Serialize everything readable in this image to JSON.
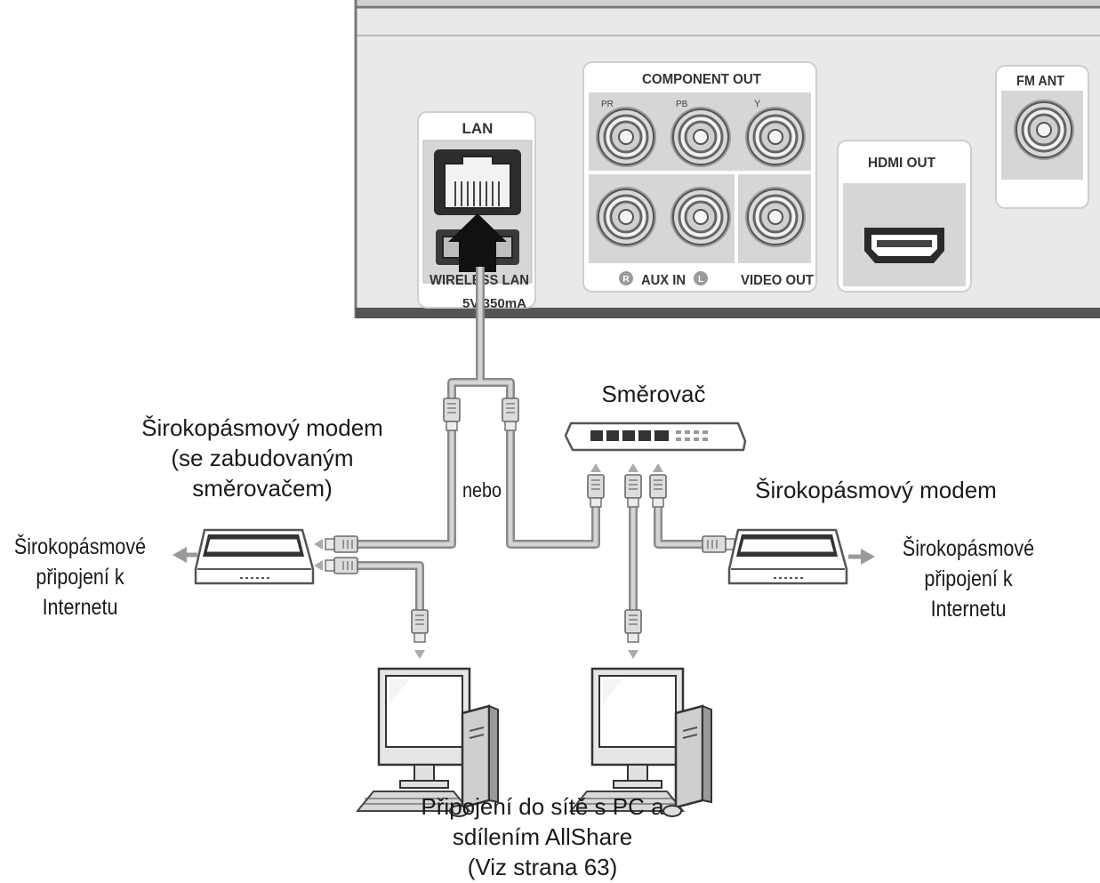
{
  "panel": {
    "lan_label": "LAN",
    "wireless_lan_label": "WIRELESS LAN",
    "power_label": "5V 350mA",
    "component_out_label": "COMPONENT OUT",
    "pr_label": "PR",
    "pb_label": "PB",
    "y_label": "Y",
    "aux_in_label": "AUX IN",
    "aux_r_label": "R",
    "aux_l_label": "L",
    "video_out_label": "VIDEO OUT",
    "hdmi_out_label": "HDMI OUT",
    "fm_ant_label": "FM ANT"
  },
  "labels": {
    "router": "Směrovač",
    "or": "nebo",
    "modem_builtin_router": [
      "Širokopásmový modem",
      "(se zabudovaným",
      "směrovačem)"
    ],
    "modem": "Širokopásmový modem",
    "internet_left": [
      "Širokopásmové",
      "připojení k",
      "Internetu"
    ],
    "internet_right": [
      "Širokopásmové",
      "připojení k",
      "Internetu"
    ],
    "pc_network": [
      "Připojení do sítě s PC a",
      "sdílením AllShare",
      "(Viz strana 63)"
    ]
  },
  "icons": {
    "lan_port": "rj45-port-icon",
    "usb_port": "usb-port-icon",
    "up_arrow": "arrow-up-icon",
    "modem": "modem-icon",
    "router": "router-icon",
    "computer": "desktop-computer-icon",
    "plug": "rj45-plug-icon",
    "rca_jack": "rca-jack-icon",
    "hdmi_port": "hdmi-port-icon"
  }
}
